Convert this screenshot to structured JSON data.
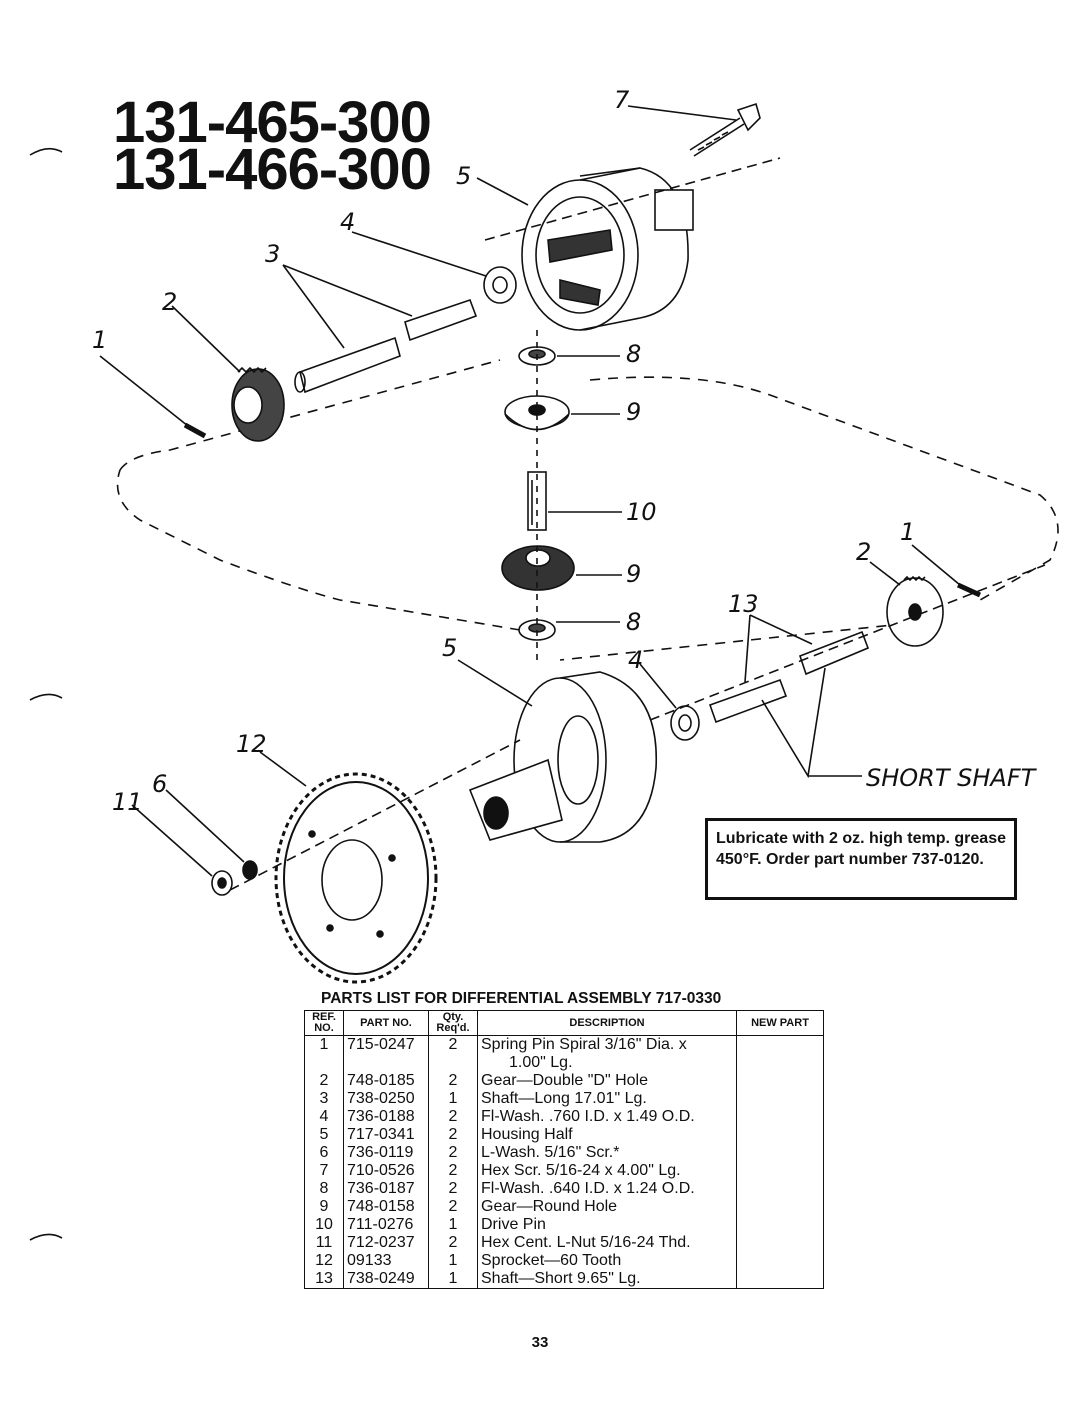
{
  "models": [
    "131-465-300",
    "131-466-300"
  ],
  "callouts": {
    "upper": {
      "c7": "7",
      "c5": "5",
      "c4": "4",
      "c3": "3",
      "c2": "2",
      "c1": "1",
      "c8": "8",
      "c9": "9",
      "c10": "10"
    },
    "lower": {
      "c9": "9",
      "c8": "8",
      "c5": "5",
      "c4": "4",
      "c13": "13",
      "c2": "2",
      "c1": "1",
      "c12": "12",
      "c6": "6",
      "c11": "11"
    }
  },
  "short_shaft_label": "SHORT SHAFT",
  "lubricate_note": "Lubricate with 2 oz. high temp. grease 450°F. Order part number 737-0120.",
  "parts_list": {
    "title": "PARTS LIST FOR DIFFERENTIAL ASSEMBLY 717-0330",
    "headers": {
      "ref": "REF. NO.",
      "part": "PART NO.",
      "qty": "Qty. Req'd.",
      "desc": "DESCRIPTION",
      "new": "NEW PART"
    },
    "rows": [
      {
        "ref": "1",
        "part": "715-0247",
        "qty": "2",
        "desc": "Spring Pin Spiral 3/16\" Dia. x",
        "desc2": "1.00\" Lg."
      },
      {
        "ref": "2",
        "part": "748-0185",
        "qty": "2",
        "desc": "Gear—Double \"D\" Hole"
      },
      {
        "ref": "3",
        "part": "738-0250",
        "qty": "1",
        "desc": "Shaft—Long 17.01\" Lg."
      },
      {
        "ref": "4",
        "part": "736-0188",
        "qty": "2",
        "desc": "Fl-Wash. .760 I.D. x 1.49 O.D."
      },
      {
        "ref": "5",
        "part": "717-0341",
        "qty": "2",
        "desc": "Housing Half"
      },
      {
        "ref": "6",
        "part": "736-0119",
        "qty": "2",
        "desc": "L-Wash. 5/16\" Scr.*"
      },
      {
        "ref": "7",
        "part": "710-0526",
        "qty": "2",
        "desc": "Hex Scr. 5/16-24 x 4.00\" Lg."
      },
      {
        "ref": "8",
        "part": "736-0187",
        "qty": "2",
        "desc": "Fl-Wash. .640 I.D. x 1.24 O.D."
      },
      {
        "ref": "9",
        "part": "748-0158",
        "qty": "2",
        "desc": "Gear—Round Hole"
      },
      {
        "ref": "10",
        "part": "711-0276",
        "qty": "1",
        "desc": "Drive Pin"
      },
      {
        "ref": "11",
        "part": "712-0237",
        "qty": "2",
        "desc": "Hex Cent. L-Nut 5/16-24 Thd."
      },
      {
        "ref": "12",
        "part": "09133",
        "qty": "1",
        "desc": "Sprocket—60 Tooth"
      },
      {
        "ref": "13",
        "part": "738-0249",
        "qty": "1",
        "desc": "Shaft—Short 9.65\" Lg."
      }
    ]
  },
  "page_number": "33"
}
